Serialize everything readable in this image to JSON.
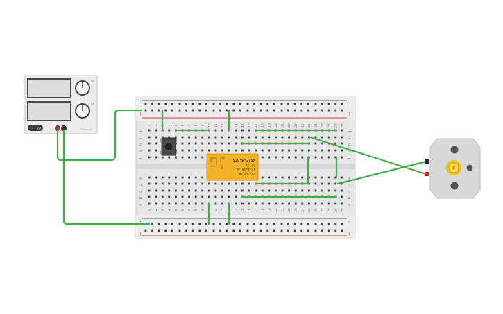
{
  "power_supply": {
    "off_label": "OFF",
    "knob1_max": "30",
    "knob2_max": "5A",
    "brand": "Tinkercad"
  },
  "breadboard": {
    "rows_top": [
      "j",
      "i",
      "h",
      "g",
      "f"
    ],
    "rows_bottom": [
      "e",
      "d",
      "c",
      "b",
      "a"
    ],
    "plus": "+",
    "minus": "-",
    "columns": [
      "1",
      "2",
      "3",
      "4",
      "5",
      "6",
      "7",
      "8",
      "9",
      "10",
      "11",
      "12",
      "13",
      "14",
      "15",
      "16",
      "17",
      "18",
      "19",
      "20",
      "21",
      "22",
      "23",
      "24",
      "25",
      "26",
      "27",
      "28",
      "29",
      "30"
    ]
  },
  "relay": {
    "part": "KS2E-M-DC5",
    "line1": "2A/30V DC",
    "line2": "1A/125V AC",
    "line3": "DC 5V"
  },
  "colors": {
    "wire": "#3fae49",
    "rail_red": "#d13c3c",
    "rail_dark": "#555555",
    "relay_body": "#f2b32a",
    "motor_body": "#d8d8d8"
  }
}
